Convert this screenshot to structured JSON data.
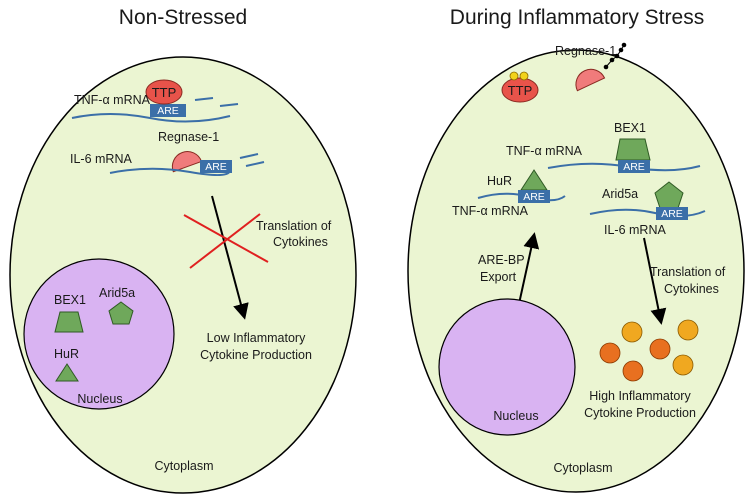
{
  "left_panel": {
    "title": "Non-Stressed",
    "tnf_label": "TNF-α mRNA",
    "ttp_label": "TTP",
    "are_label": "ARE",
    "regnase_label": "Regnase-1",
    "il6_label": "IL-6 mRNA",
    "translation_line1": "Translation of",
    "translation_line2": "Cytokines",
    "bex1_label": "BEX1",
    "arid5a_label": "Arid5a",
    "hur_label": "HuR",
    "nucleus_label": "Nucleus",
    "low_line1": "Low Inflammatory",
    "low_line2": "Cytokine Production",
    "cytoplasm_label": "Cytoplasm"
  },
  "right_panel": {
    "title": "During Inflammatory Stress",
    "regnase_label": "Regnase-1",
    "ttp_label": "TTP",
    "bex1_label": "BEX1",
    "tnf_label_top": "TNF-α mRNA",
    "hur_label": "HuR",
    "arid5a_label": "Arid5a",
    "are_label": "ARE",
    "tnf_label_bottom": "TNF-α mRNA",
    "il6_label": "IL-6 mRNA",
    "export_line1": "ARE-BP",
    "export_line2": "Export",
    "translation_line1": "Translation of",
    "translation_line2": "Cytokines",
    "nucleus_label": "Nucleus",
    "high_line1": "High Inflammatory",
    "high_line2": "Cytokine Production",
    "cytoplasm_label": "Cytoplasm"
  },
  "colors": {
    "cell_fill": "#ebf5d2",
    "nucleus_fill": "#d9b3f2",
    "ttp_red": "#e8534a",
    "regnase_pink": "#f07b7b",
    "protein_green": "#6fa85b",
    "are_blue": "#3b6fa8",
    "mrna_blue": "#3b6fa8",
    "cytokine_orange": "#f0a820",
    "cytokine_dark_orange": "#e87020"
  }
}
